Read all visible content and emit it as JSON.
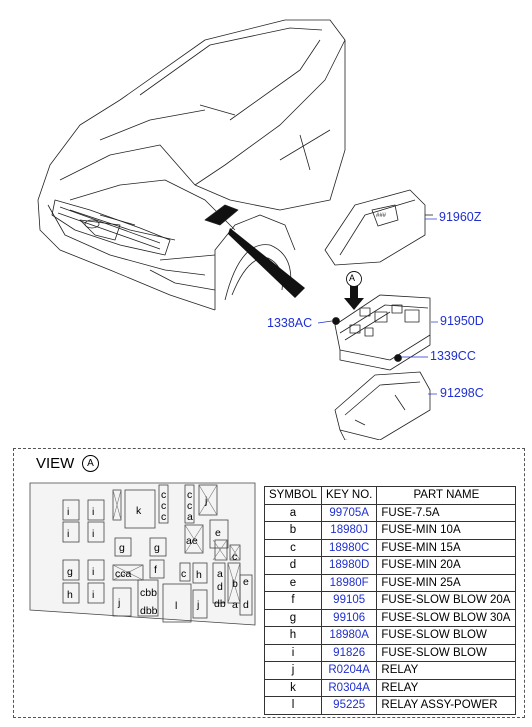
{
  "callouts": {
    "cover": "91960Z",
    "junction_box": "91950D",
    "nut_left": "1338AC",
    "nut_right": "1339CC",
    "lower_cover": "91298C",
    "view_marker": "A"
  },
  "view": {
    "title": "VIEW",
    "marker": "A"
  },
  "table": {
    "headers": [
      "SYMBOL",
      "KEY NO.",
      "PART NAME"
    ],
    "rows": [
      {
        "symbol": "a",
        "key": "99705A",
        "name": "FUSE-7.5A"
      },
      {
        "symbol": "b",
        "key": "18980J",
        "name": "FUSE-MIN 10A"
      },
      {
        "symbol": "c",
        "key": "18980C",
        "name": "FUSE-MIN 15A"
      },
      {
        "symbol": "d",
        "key": "18980D",
        "name": "FUSE-MIN 20A"
      },
      {
        "symbol": "e",
        "key": "18980F",
        "name": "FUSE-MIN 25A"
      },
      {
        "symbol": "f",
        "key": "99105",
        "name": "FUSE-SLOW BLOW 20A"
      },
      {
        "symbol": "g",
        "key": "99106",
        "name": "FUSE-SLOW BLOW 30A"
      },
      {
        "symbol": "h",
        "key": "18980A",
        "name": "FUSE-SLOW BLOW"
      },
      {
        "symbol": "i",
        "key": "91826",
        "name": "FUSE-SLOW BLOW"
      },
      {
        "symbol": "j",
        "key": "R0204A",
        "name": "RELAY"
      },
      {
        "symbol": "k",
        "key": "R0304A",
        "name": "RELAY"
      },
      {
        "symbol": "l",
        "key": "95225",
        "name": "RELAY ASSY-POWER"
      }
    ]
  },
  "fuse_labels": {
    "i": "i",
    "g": "g",
    "h": "h",
    "j": "j",
    "k": "k",
    "l": "l",
    "c": "c",
    "a": "a",
    "e": "e",
    "d": "d",
    "f": "f",
    "b": "b",
    "cca": "cca",
    "cbb": "cbb",
    "dbb": "dbb",
    "db": "db",
    "ae": "ae"
  }
}
